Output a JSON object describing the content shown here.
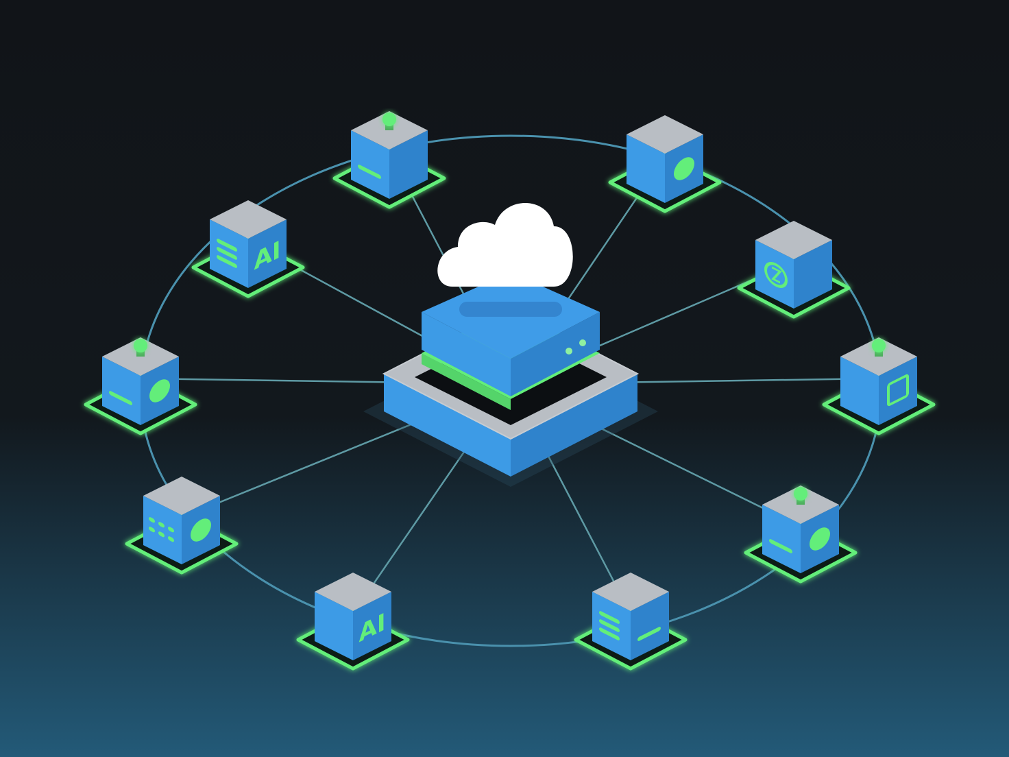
{
  "colors": {
    "background_top": "#111418",
    "background_bottom": "#235a78",
    "ring": "#4a91ad",
    "link": "#5e9aa4",
    "cube_top": "#b9bec4",
    "cube_left": "#3d9be6",
    "cube_right": "#2f83cc",
    "accent_green": "#63ee7a",
    "cloud": "#ffffff"
  },
  "hub": {
    "icon": "cloud-server-icon"
  },
  "nodes": [
    {
      "id": "n1",
      "top_dot": true,
      "left_icon": "dash",
      "right_icon": "none",
      "label": ""
    },
    {
      "id": "n2",
      "top_dot": false,
      "left_icon": "none",
      "right_icon": "circle",
      "label": ""
    },
    {
      "id": "n3",
      "top_dot": false,
      "left_icon": "lines",
      "right_icon": "text",
      "label": "AI"
    },
    {
      "id": "n4",
      "top_dot": false,
      "left_icon": "badge",
      "right_icon": "none",
      "label": ""
    },
    {
      "id": "n5",
      "top_dot": true,
      "left_icon": "dash",
      "right_icon": "circle",
      "label": ""
    },
    {
      "id": "n6",
      "top_dot": true,
      "left_icon": "none",
      "right_icon": "square",
      "label": ""
    },
    {
      "id": "n7",
      "top_dot": false,
      "left_icon": "dots",
      "right_icon": "circle",
      "label": ""
    },
    {
      "id": "n8",
      "top_dot": true,
      "left_icon": "dash",
      "right_icon": "circle",
      "label": ""
    },
    {
      "id": "n9",
      "top_dot": false,
      "left_icon": "none",
      "right_icon": "text",
      "label": "AI"
    },
    {
      "id": "n10",
      "top_dot": false,
      "left_icon": "lines",
      "right_icon": "dash",
      "label": ""
    }
  ]
}
